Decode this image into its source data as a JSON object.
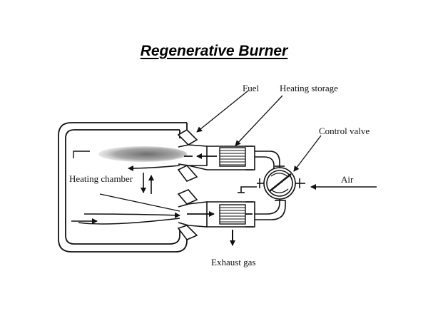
{
  "title": "Regenerative Burner",
  "labels": {
    "fuel": "Fuel",
    "heating_storage": "Heating storage",
    "control_valve": "Control valve",
    "air": "Air",
    "heating_chamber": "Heating chamber",
    "exhaust_gas": "Exhaust gas"
  },
  "colors": {
    "line": "#111111",
    "flame": "#9a9a9a",
    "background": "#ffffff"
  }
}
